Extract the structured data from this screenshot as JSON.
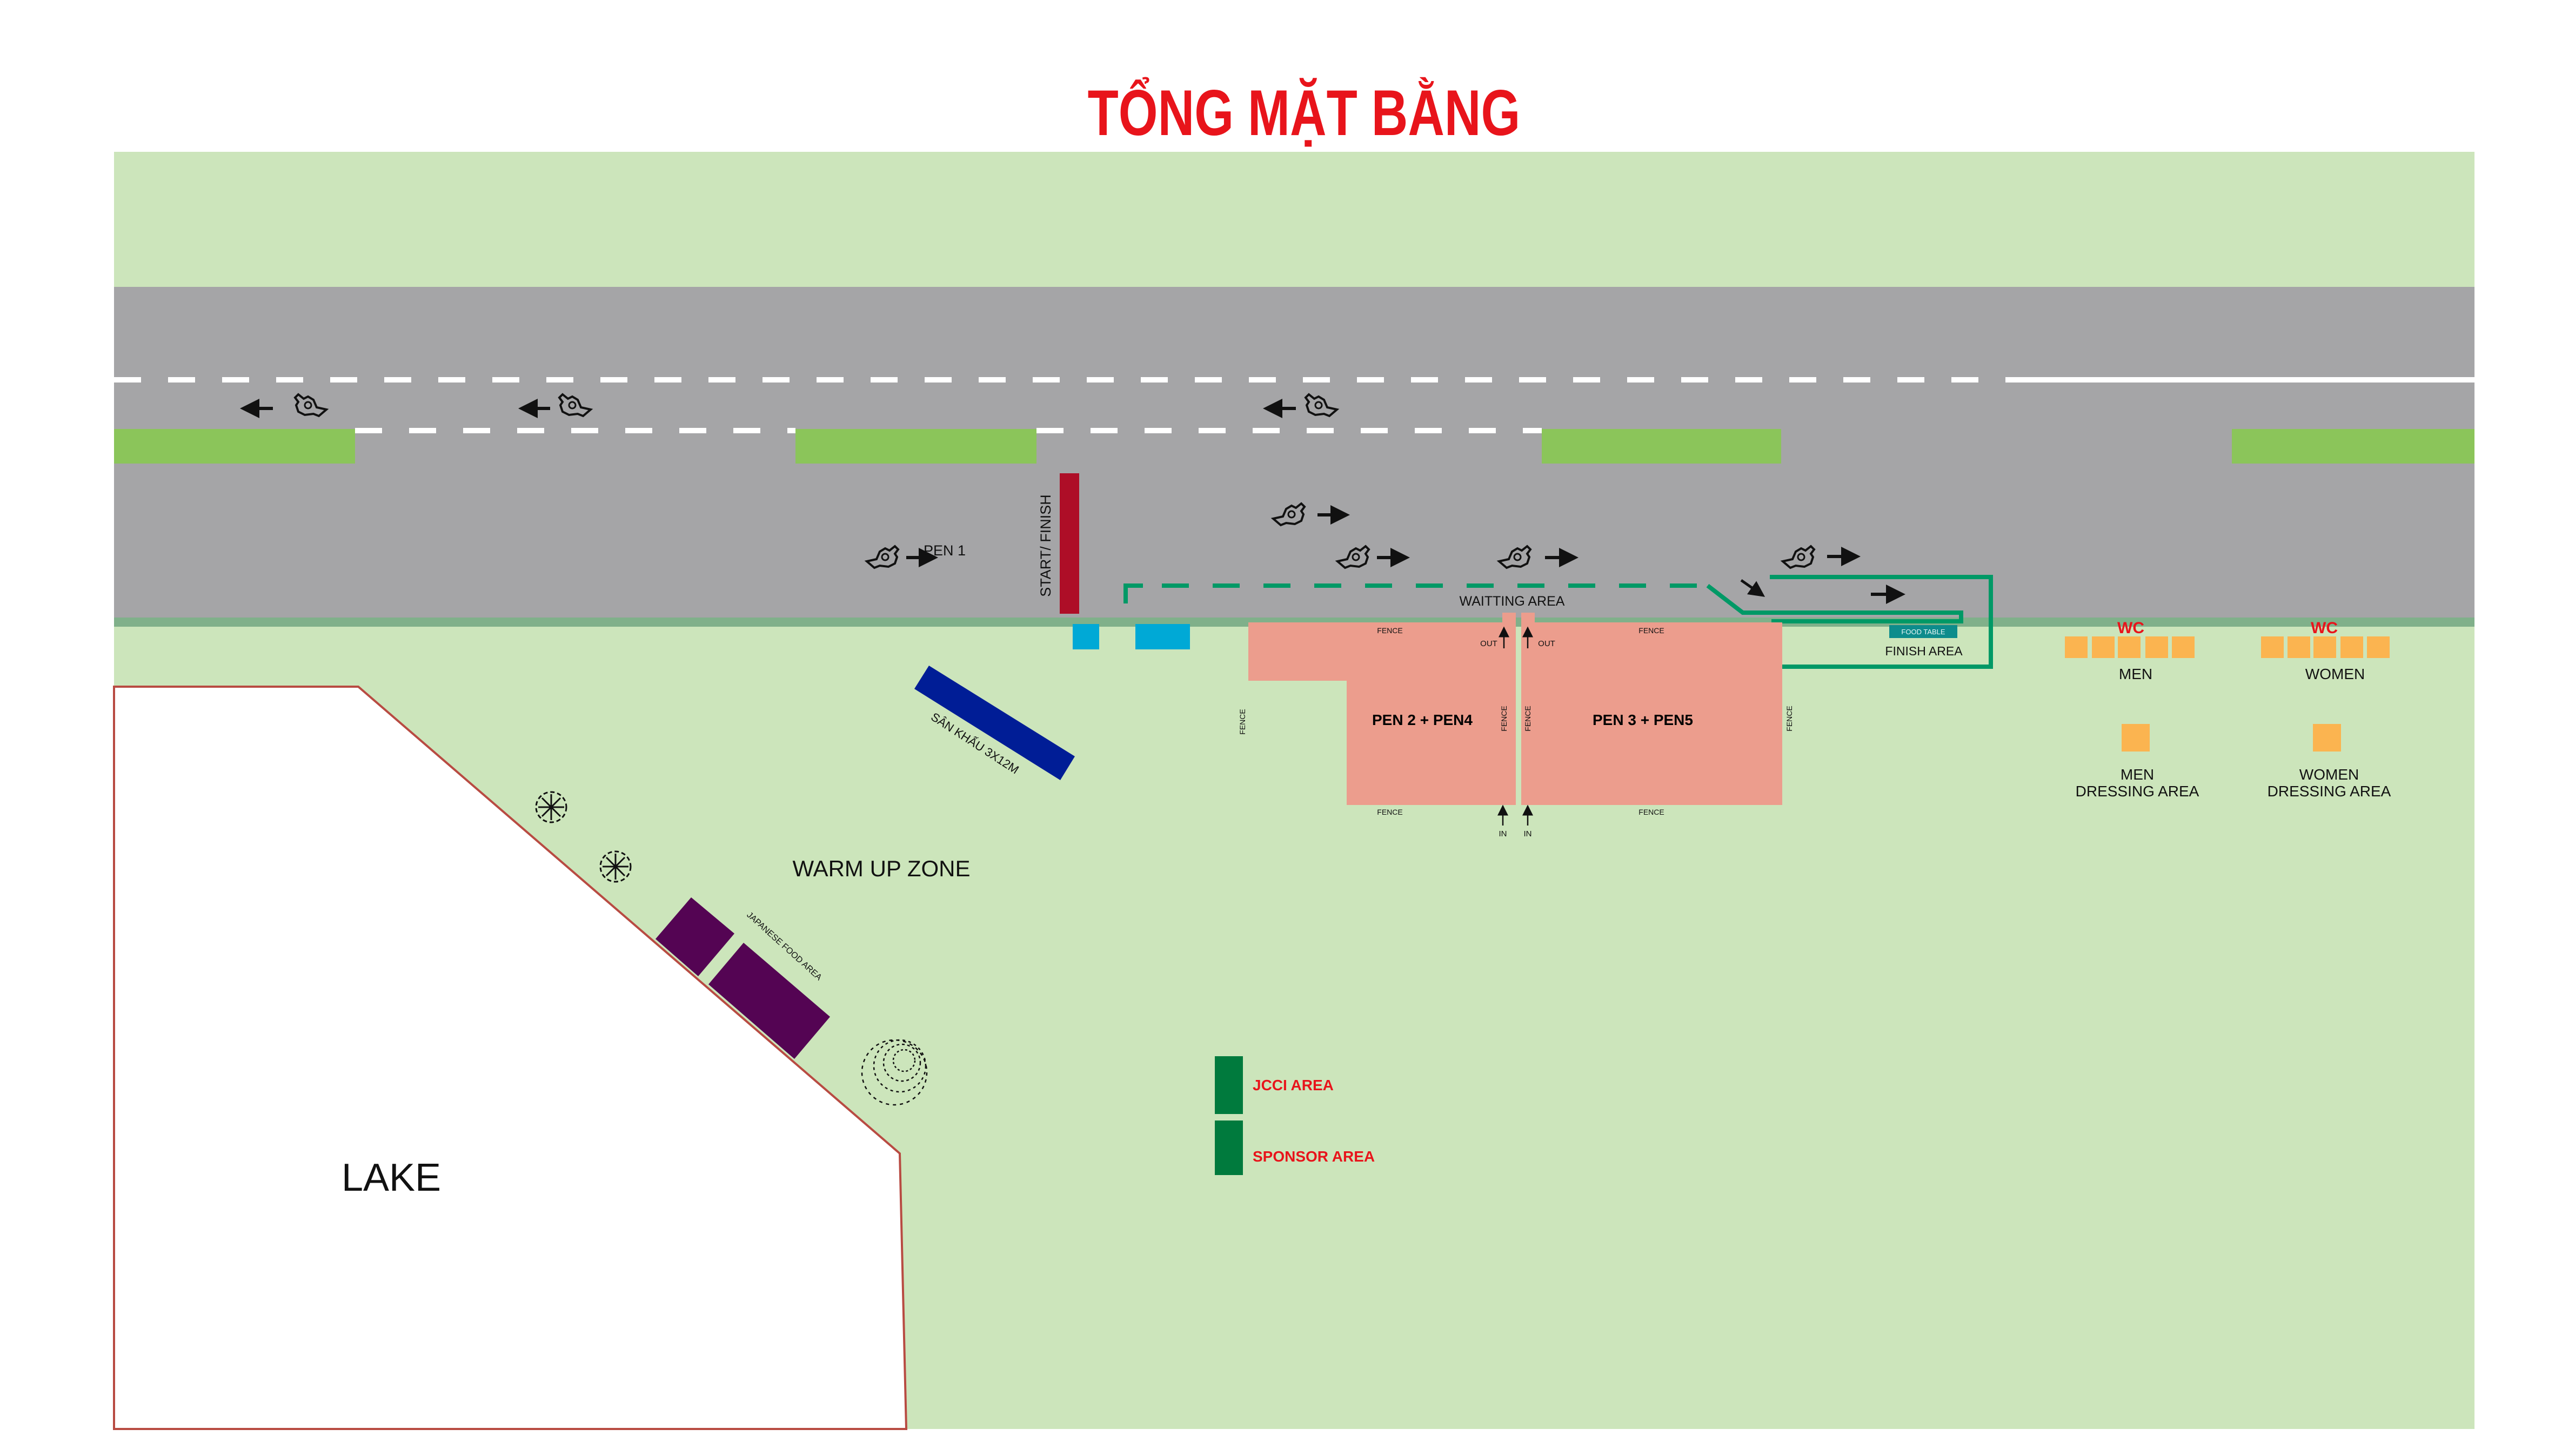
{
  "title": "TỔNG MẶT BẰNG",
  "labels": {
    "pen1": "PEN 1",
    "start_finish": "START/ FINISH",
    "waiting_area": "WAITTING AREA",
    "fence": "FENCE",
    "out": "OUT",
    "in": "IN",
    "pen2_4": "PEN 2 + PEN4",
    "pen3_5": "PEN 3 + PEN5",
    "food_table": "FOOD TABLE",
    "finish_area": "FINISH AREA",
    "wc": "WC",
    "men": "MEN",
    "women": "WOMEN",
    "men_dressing_1": "MEN",
    "women_dressing_1": "WOMEN",
    "dressing_area": "DRESSING AREA",
    "stage": "SÂN KHẤU 3X12M",
    "warm_up_zone": "WARM UP ZONE",
    "japanese_food_area": "JAPANESE FOOD AREA",
    "lake": "LAKE",
    "jcci_area": "JCCI AREA",
    "sponsor_area": "SPONSOR AREA"
  },
  "colors": {
    "title": "#e8141b",
    "field": "#cce5bb",
    "road": "#a5a5a7",
    "median": "#8bc55a",
    "pen": "#ec9d8d",
    "route": "#009966",
    "stage": "#001d96",
    "food": "#540453",
    "wc": "#fbb450",
    "start_bar": "#ae0e27",
    "tent": "#00a9d6",
    "jcci": "#007a3d"
  }
}
